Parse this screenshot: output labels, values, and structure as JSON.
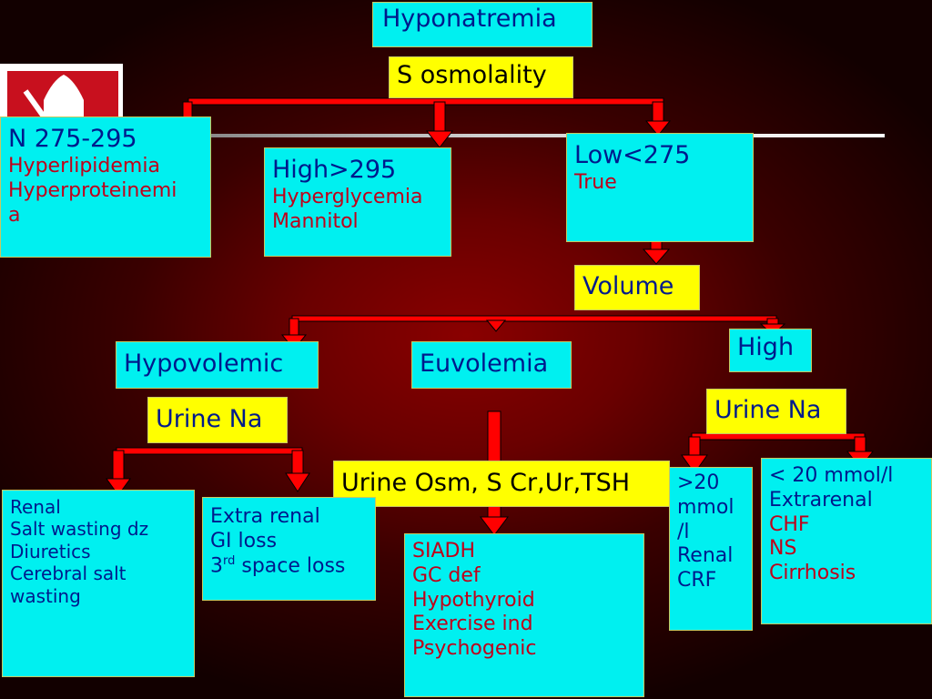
{
  "title": "Hyponatremia",
  "s_osmolality": "S osmolality",
  "normal": {
    "heading": "N 275-295",
    "items": [
      "Hyperlipidemia",
      "Hyperproteinemi",
      "a"
    ]
  },
  "high_osm": {
    "heading": "High>295",
    "items": [
      "Hyperglycemia",
      "Mannitol"
    ]
  },
  "low_osm": {
    "heading": "Low<275",
    "items": [
      "True"
    ]
  },
  "volume": "Volume",
  "hypovolemic": "Hypovolemic",
  "euvolemia": "Euvolemia",
  "high_volume": "High",
  "urine_na_left": "Urine Na",
  "urine_na_right": "Urine Na",
  "urine_osm": "Urine Osm, S Cr,Ur,TSH",
  "renal": {
    "items": [
      "Renal",
      "Salt wasting dz",
      "Diuretics",
      "Cerebral salt",
      "wasting"
    ]
  },
  "extra_renal": {
    "items": [
      "Extra renal",
      "GI loss"
    ],
    "third_prefix": "3",
    "third_sup": "rd",
    "third_suffix": " space loss"
  },
  "siadh": {
    "items": [
      "SIADH",
      "GC def",
      "Hypothyroid",
      "Exercise ind",
      "Psychogenic"
    ]
  },
  "gt20": {
    "items": [
      ">20",
      "mmol",
      "/l",
      "Renal",
      "CRF"
    ]
  },
  "lt20": {
    "items": [
      "< 20 mmol/l",
      "Extrarenal",
      "CHF",
      "NS",
      "Cirrhosis"
    ]
  },
  "colors": {
    "box_cyan": "#00f0f0",
    "box_yellow": "#ffff00",
    "text_blue": "#001a8c",
    "text_red": "#c0001a",
    "connector": "#ff0000"
  }
}
